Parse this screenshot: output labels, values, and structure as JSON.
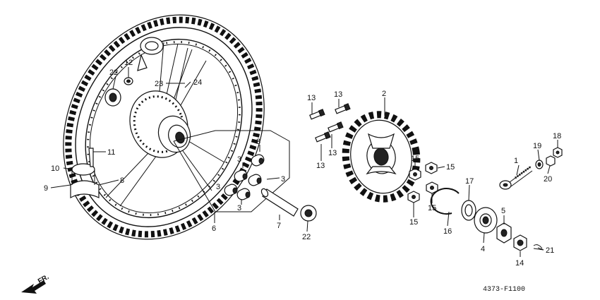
{
  "diagram": {
    "figure_code": "4373-F1100",
    "direction_label": "FR.",
    "callouts": [
      "1",
      "2",
      "3",
      "3",
      "3",
      "3",
      "3",
      "4",
      "5",
      "6",
      "7",
      "8",
      "9",
      "10",
      "11",
      "12",
      "13",
      "13",
      "13",
      "13",
      "14",
      "15",
      "15",
      "15",
      "15",
      "16",
      "17",
      "18",
      "19",
      "20",
      "21",
      "22",
      "22",
      "23",
      "24"
    ]
  }
}
